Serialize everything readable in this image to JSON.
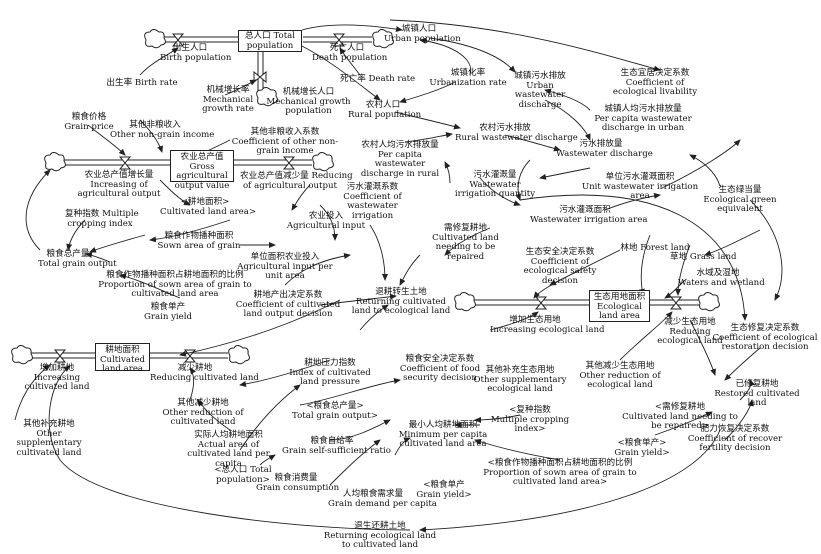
{
  "diagram_title": "",
  "stocks": {
    "total_population": {
      "zh": "总人口 Total",
      "en": "population"
    },
    "gross_agricultural_output_value": {
      "zh": "农业总产值",
      "en": "Gross agricultural output value"
    },
    "cultivated_land_area": {
      "zh": "耕地面积",
      "en": "Cultivated land area"
    },
    "ecological_land_area": {
      "zh": "生态用地面积",
      "en": "Ecological land area"
    }
  },
  "variables": {
    "birth_population": {
      "zh": "出生人口",
      "en": "Birth population"
    },
    "death_population": {
      "zh": "死亡人口",
      "en": "Death population"
    },
    "birth_rate": {
      "zh": "出生率 Birth rate",
      "en": ""
    },
    "death_rate": {
      "zh": "死亡率 Death rate",
      "en": ""
    },
    "mechanical_growth_rate": {
      "zh": "机械增长率",
      "en": "Mechanical growth rate"
    },
    "mechanical_growth_population": {
      "zh": "机械增长人口",
      "en": "Mechanical growth population"
    },
    "urban_population": {
      "zh": "城镇人口",
      "en": "Urban population"
    },
    "urbanization_rate": {
      "zh": "城镇化率",
      "en": "Urbanization rate"
    },
    "rural_population": {
      "zh": "农村人口",
      "en": "Rural population"
    },
    "urban_wastewater_discharge": {
      "zh": "城镇污水排放",
      "en": "Urban wastewater discharge"
    },
    "per_capita_wastewater_urban": {
      "zh": "城镇人均污水排放量",
      "en": "Per capita wastewater discharge in urban"
    },
    "coefficient_ecological_livability": {
      "zh": "生态宜居决定系数",
      "en": "Coefficient of ecological livability"
    },
    "grain_price": {
      "zh": "粮食价格",
      "en": "Grain price"
    },
    "other_non_grain_income": {
      "zh": "其他非粮收入",
      "en": "Other non-grain income"
    },
    "coefficient_other_non_grain_income": {
      "zh": "其他非粮收入系数",
      "en": "Coefficient of other non-grain income"
    },
    "increasing_agricultural_output": {
      "zh": "农业总产值增长量",
      "en": "Increasing of agricultural output"
    },
    "reducing_agricultural_output": {
      "zh": "农业总产值减少量 Reducing",
      "en": "of agricultural output"
    },
    "rural_wastewater_discharge": {
      "zh": "农村污水排放",
      "en": "Rural wastewater discharge"
    },
    "per_capita_wastewater_rural": {
      "zh": "农村人均污水排放量",
      "en": "Per capita wastewater discharge in rural"
    },
    "wastewater_discharge": {
      "zh": "污水排放量",
      "en": "Wastewater discharge"
    },
    "coefficient_wastewater_irrigation": {
      "zh": "污水灌溉系数",
      "en": "Coefficient of wastewater irrigation"
    },
    "wastewater_irrigation_quantity": {
      "zh": "污水灌溉量",
      "en": "Wastewater irrigation quantity"
    },
    "unit_wastewater_irrigation_area": {
      "zh": "单位污水灌溉面积",
      "en": "Unit wastewater irrigation area"
    },
    "wastewater_irrigation_area": {
      "zh": "污水灌溉面积",
      "en": "Wastewater irrigation area"
    },
    "ecological_green_equivalent": {
      "zh": "生态绿当量",
      "en": "Ecological green equivalent"
    },
    "multiple_cropping_index": {
      "zh": "复种指数 Multiple",
      "en": "cropping index"
    },
    "cultivated_land_area_ref": {
      "zh": "<耕地面积>",
      "en": "Cultivated land area>"
    },
    "sown_area_of_grain": {
      "zh": "粮食作物播种面积",
      "en": "Sown area of grain"
    },
    "total_grain_output": {
      "zh": "粮食总产量",
      "en": "Total grain output"
    },
    "agricultural_input": {
      "zh": "农业投入",
      "en": "Agricultural input"
    },
    "agricultural_input_per_unit_area": {
      "zh": "单位面积农业投入",
      "en": "Agricultural input per unit area"
    },
    "proportion_sown_area_grain": {
      "zh": "粮食作物播种面积占耕地面积的比例",
      "en": "Proportion of sown area of grain to cultivated land area"
    },
    "grain_yield": {
      "zh": "粮食单产",
      "en": "Grain yield"
    },
    "coefficient_output_decision": {
      "zh": "耕地产出决定系数",
      "en": "Coefficient of cultivated land output decision"
    },
    "cultivated_land_needing_repair": {
      "zh": "需修复耕地",
      "en": "Cultivated land needing to be repaired"
    },
    "coefficient_ecological_safety": {
      "zh": "生态安全决定系数",
      "en": "Coefficient of ecological safety decision"
    },
    "returning_cultivated_to_ecological": {
      "zh": "退耕转生土地",
      "en": "Returning cultivated land to ecological land"
    },
    "forest_land": {
      "zh": "林地 Forest land",
      "en": ""
    },
    "grass_land": {
      "zh": "草地 Grass land",
      "en": ""
    },
    "waters_and_wetland": {
      "zh": "水域及湿地",
      "en": "Waters and wetland"
    },
    "increasing_ecological_land": {
      "zh": "增加生态用地",
      "en": "Increasing ecological land"
    },
    "reducing_ecological_land": {
      "zh": "减少生态用地",
      "en": "Reducing ecological land"
    },
    "other_supplementary_ecological_land": {
      "zh": "其他补充生态用地",
      "en": "Other supplementary ecological land"
    },
    "other_reduction_ecological_land": {
      "zh": "其他减少生态用地",
      "en": "Other reduction of ecological land"
    },
    "coefficient_ecological_restoration": {
      "zh": "生态修复决定系数",
      "en": "Coefficient of ecological restoration decision"
    },
    "restored_cultivated_land": {
      "zh": "已修复耕地",
      "en": "Restored cultivated land"
    },
    "cultivated_land_needing_repair_ref": {
      "zh": "<需修复耕地",
      "en": "Cultivated land needing to be repaired>"
    },
    "coefficient_fertility_decision": {
      "zh": "肥力恢复决定系数",
      "en": "Coefficient of recover fertility decision"
    },
    "grain_yield_ref_right": {
      "zh": "<粮食单产>",
      "en": "Grain yield>"
    },
    "increasing_cultivated_land": {
      "zh": "增加耕地",
      "en": "Increasing cultivated land"
    },
    "reducing_cultivated_land": {
      "zh": "减少耕地",
      "en": "Reducing cultivated land"
    },
    "other_supplementary_cultivated_land": {
      "zh": "其他补充耕地",
      "en": "Other supplementary cultivated land"
    },
    "other_reduction_cultivated_land": {
      "zh": "其他减少耕地",
      "en": "Other reduction of cultivated land"
    },
    "actual_area_per_capita": {
      "zh": "实际人均耕地面积",
      "en": "Actual area of cultivated land per capita"
    },
    "index_cultivated_land_pressure": {
      "zh": "耕地压力指数",
      "en": "Index of cultivated land pressure"
    },
    "coefficient_food_security": {
      "zh": "粮食安全决定系数",
      "en": "Coefficient of food security decision"
    },
    "total_grain_output_ref": {
      "zh": "<粮食总产量>",
      "en": "Total grain output>"
    },
    "grain_self_sufficient_ratio": {
      "zh": "粮食自给率",
      "en": "Grain self-sufficient ratio"
    },
    "minimum_per_capita_area": {
      "zh": "最小人均耕地面积",
      "en": "Minimum per capita cultivated land area"
    },
    "multiple_cropping_index_ref": {
      "zh": "<复种指数",
      "en": "Multiple cropping index>"
    },
    "total_population_ref": {
      "zh": "<总人口 Total",
      "en": "population>"
    },
    "grain_consumption": {
      "zh": "粮食消费量",
      "en": "Grain consumption"
    },
    "grain_demand_per_capita": {
      "zh": "人均粮食需求量",
      "en": "Grain demand per capita"
    },
    "grain_yield_ref_bottom": {
      "zh": "<粮食单产",
      "en": "Grain yield>"
    },
    "proportion_sown_area_grain_ref": {
      "zh": "<粮食作物播种面积占耕地面积的比例",
      "en": "Proportion of sown area of grain to cultivated land area>"
    },
    "returning_ecological_to_cultivated": {
      "zh": "退生还耕土地",
      "en": "Returning ecological land to cultivated land"
    }
  }
}
